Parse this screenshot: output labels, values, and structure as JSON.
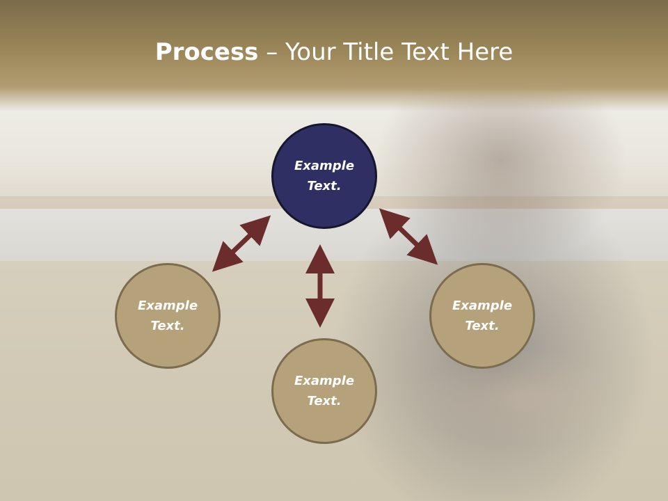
{
  "slide": {
    "title_bold": "Process",
    "title_rest": " – Your Title Text Here"
  },
  "diagram": {
    "nodes": [
      {
        "id": "top",
        "line1": "Example",
        "line2": "Text."
      },
      {
        "id": "left",
        "line1": "Example",
        "line2": "Text."
      },
      {
        "id": "right",
        "line1": "Example",
        "line2": "Text."
      },
      {
        "id": "bottom",
        "line1": "Example",
        "line2": "Text."
      }
    ],
    "connectors": [
      {
        "from": "top",
        "to": "left",
        "type": "double-arrow"
      },
      {
        "from": "top",
        "to": "right",
        "type": "double-arrow"
      },
      {
        "from": "top",
        "to": "bottom",
        "type": "double-arrow"
      }
    ]
  },
  "colors": {
    "accent_node": "#2f2f63",
    "node": "#b5a27a",
    "node_border": "#7b6c50",
    "arrow": "#6b2c2c",
    "header": "#9a8658"
  }
}
